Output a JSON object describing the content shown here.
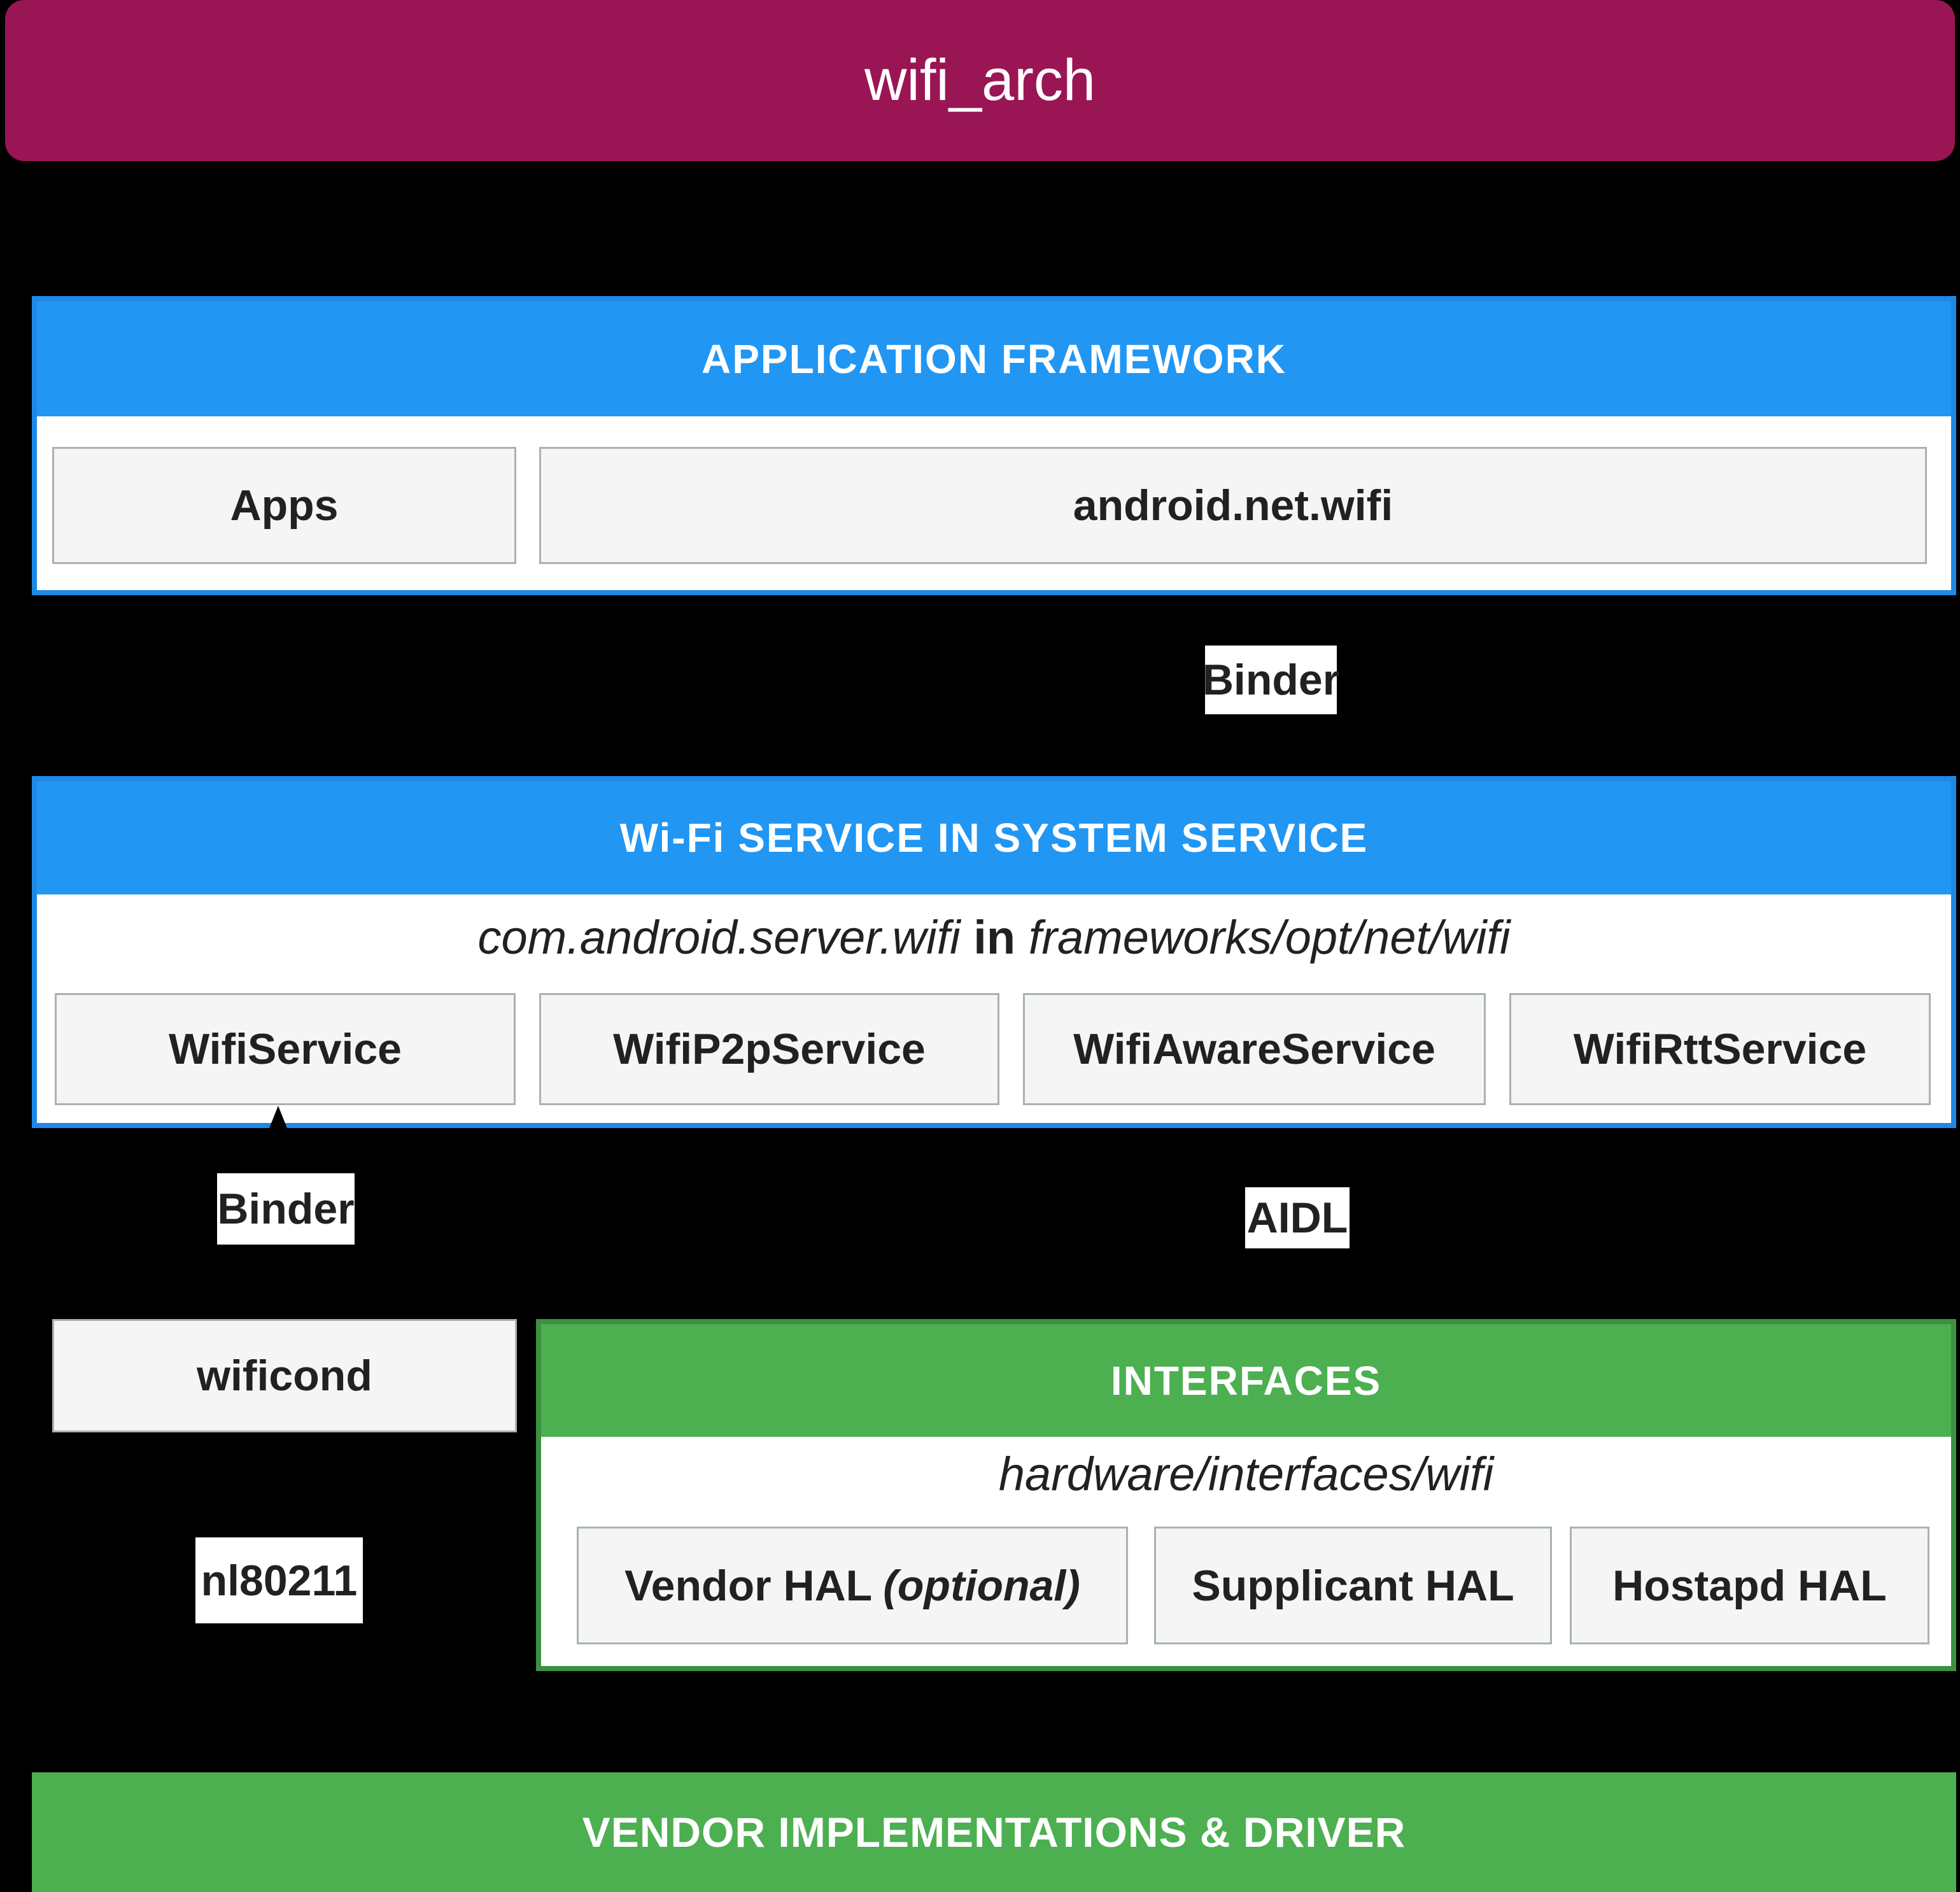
{
  "title": "wifi_arch",
  "colors": {
    "background": "#000000",
    "title_bar": "#9a1554",
    "blue_header": "#2196f3",
    "green_header": "#4caf50",
    "node_fill": "#f5f5f5",
    "node_border": "#a8b2b4",
    "text_dark": "#212121",
    "text_light": "#ffffff"
  },
  "app_framework": {
    "header": "APPLICATION FRAMEWORK",
    "boxes": [
      {
        "label": "Apps"
      },
      {
        "label": "android.net.wifi"
      }
    ]
  },
  "connector_labels": {
    "binder_top": "Binder",
    "binder_left": "Binder",
    "aidl": "AIDL",
    "nl80211": "nl80211"
  },
  "wifi_service": {
    "header": "Wi-Fi SERVICE IN SYSTEM SERVICE",
    "path_package": "com.android.server.wifi",
    "path_conjunction": "in",
    "path_location": "frameworks/opt/net/wifi",
    "boxes": [
      {
        "label": "WifiService"
      },
      {
        "label": "WifiP2pService"
      },
      {
        "label": "WifiAwareService"
      },
      {
        "label": "WifiRttService"
      }
    ]
  },
  "wificond": {
    "label": "wificond"
  },
  "interfaces": {
    "header": "INTERFACES",
    "path_location": "hardware/interfaces/wifi",
    "boxes": [
      {
        "label": "Vendor HAL",
        "suffix": "(optional)"
      },
      {
        "label": "Supplicant HAL",
        "suffix": ""
      },
      {
        "label": "Hostapd HAL",
        "suffix": ""
      }
    ]
  },
  "vendor_bar": {
    "label": "VENDOR IMPLEMENTATIONS & DRIVER"
  }
}
